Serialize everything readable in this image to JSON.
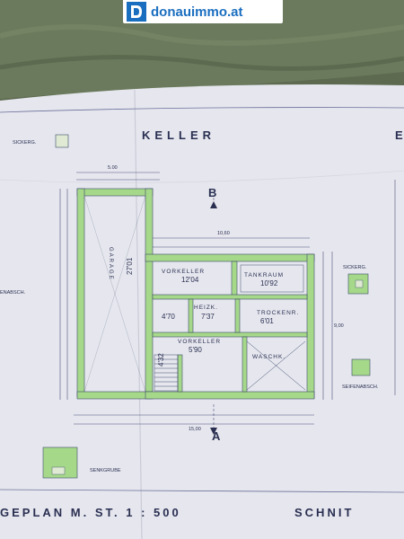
{
  "logo": {
    "brand": "donauimmo.at"
  },
  "plan": {
    "title": "KELLER",
    "title_right": "E",
    "section_b": "B",
    "section_a": "A",
    "scale_text": "GEPLAN  M. ST.   1 : 500",
    "schnitt": "SCHNIT",
    "dims": {
      "top_garage": "5.00",
      "top_main": "10,60",
      "bottom_total": "15,00",
      "right_height": "9,00"
    },
    "rooms": [
      {
        "name": "VORKELLER",
        "area": "12'04"
      },
      {
        "name": "TANKRAUM",
        "area": "10'92"
      },
      {
        "name": "HEIZK.",
        "area": "7'37"
      },
      {
        "name": "TROCKENR.",
        "area": "6'01"
      },
      {
        "name": "VORKELLER",
        "area": "5'90"
      },
      {
        "name": "WASCHK.",
        "area": ""
      }
    ],
    "garage": {
      "name": "GARAGE",
      "area": "27'01"
    },
    "extra_areas": [
      "4'70",
      "4'32"
    ],
    "labels": {
      "sickerg_left": "SICKERG.",
      "sickerg_right": "SICKERG.",
      "seifenabsch_right": "SEIFENABSCH.",
      "seifenabsch_left": "ENABSCH.",
      "senkgrube": "SENKGRUBE"
    }
  }
}
